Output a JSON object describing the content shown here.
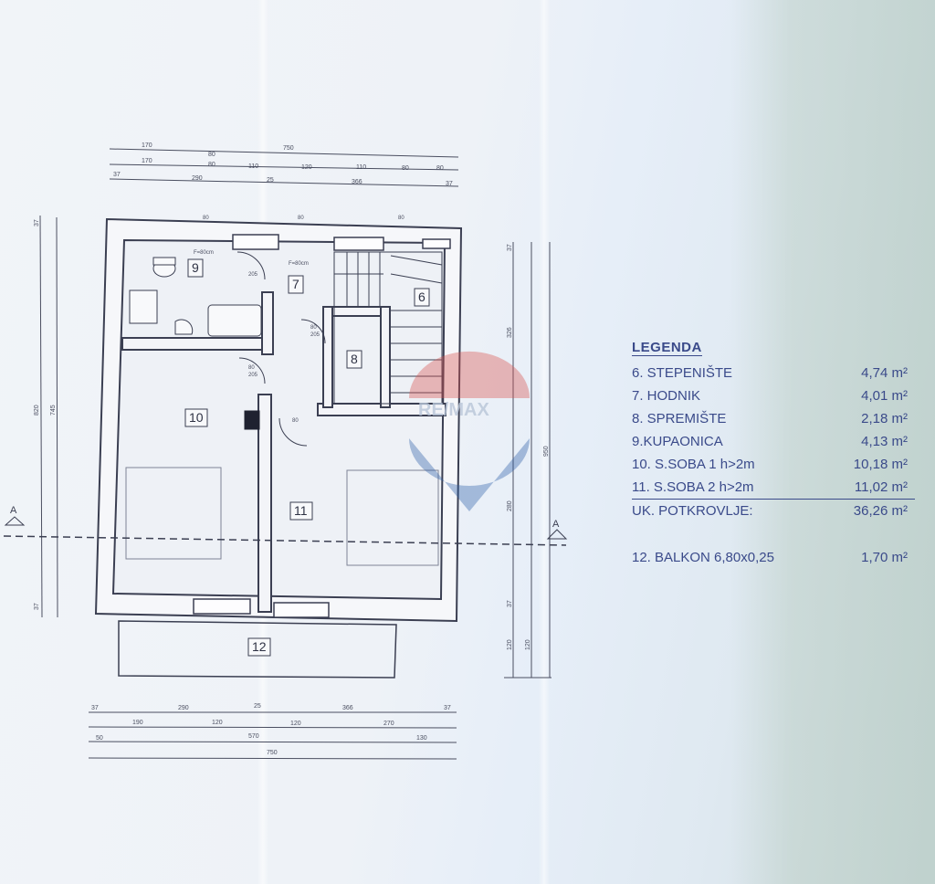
{
  "dimensions": {
    "top_row1": [
      "170",
      "80",
      "750"
    ],
    "top_row2": [
      "170",
      "80",
      "110",
      "120",
      "110",
      "80",
      "80"
    ],
    "top_row3": [
      "37",
      "290",
      "25",
      "366",
      "37"
    ],
    "bottom_row1": [
      "37",
      "290",
      "25",
      "366",
      "37"
    ],
    "bottom_row2": [
      "190",
      "120",
      "120",
      "270"
    ],
    "bottom_row3": [
      "50",
      "570",
      "130"
    ],
    "bottom_row4": [
      "750"
    ],
    "left_col": [
      "37",
      "820",
      "745",
      "37"
    ],
    "right_col": [
      "37",
      "326",
      "280",
      "37",
      "120",
      "120"
    ],
    "right_outer": [
      "950"
    ]
  },
  "rooms": [
    {
      "number": "9"
    },
    {
      "number": "7"
    },
    {
      "number": "6"
    },
    {
      "number": "8"
    },
    {
      "number": "10"
    },
    {
      "number": "11"
    },
    {
      "number": "12"
    }
  ],
  "door_labels": [
    "80",
    "205",
    "F=80cm"
  ],
  "section_marks": {
    "left": "A",
    "right": "A"
  },
  "watermark": {
    "text": "RE/MAX"
  },
  "legend": {
    "title": "LEGENDA",
    "rows": [
      {
        "name": "6. STEPENIŠTE",
        "area": "4,74 m²"
      },
      {
        "name": "7. HODNIK",
        "area": "4,01 m²"
      },
      {
        "name": "8. SPREMIŠTE",
        "area": "2,18 m²"
      },
      {
        "name": "9.KUPAONICA",
        "area": "4,13 m²"
      },
      {
        "name": "10. S.SOBA 1 h>2m",
        "area": "10,18 m²"
      },
      {
        "name": "11. S.SOBA 2 h>2m",
        "area": "11,02 m²"
      }
    ],
    "total": {
      "name": "UK. POTKROVLJE:",
      "area": "36,26 m²"
    },
    "extra": {
      "name": "12. BALKON 6,80x0,25",
      "area": "1,70 m²"
    }
  },
  "colors": {
    "ink": "#3b3f52",
    "legend_ink": "#3a4a8a",
    "wall_fill": "#f3f4f8",
    "watermark_red": "#d9534f",
    "watermark_blue": "#2d5fa8"
  }
}
